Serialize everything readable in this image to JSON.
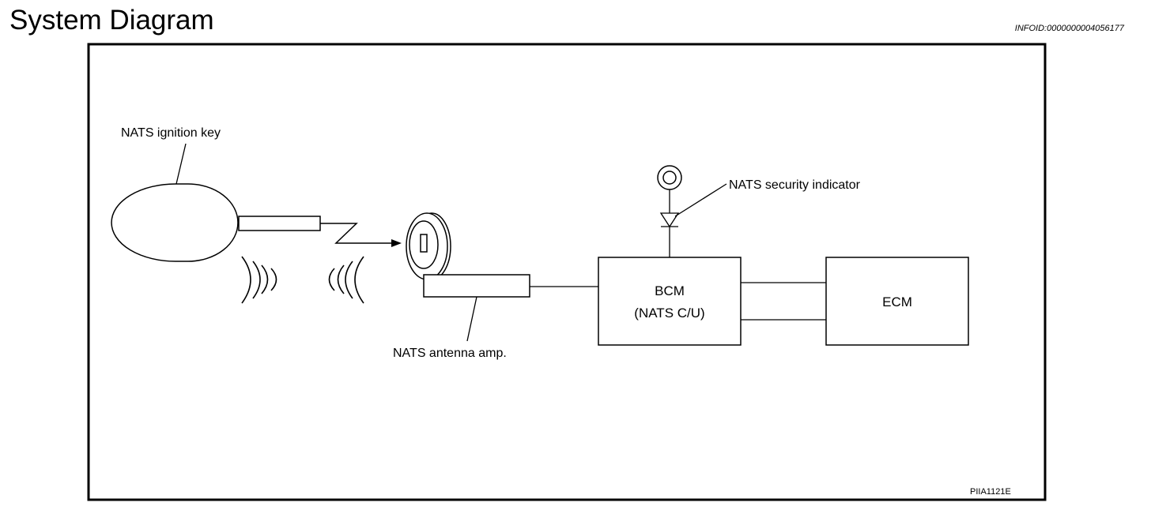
{
  "header": {
    "title": "System Diagram",
    "info_id": "INFOID:0000000004056177"
  },
  "diagram": {
    "labels": {
      "ignition_key": "NATS ignition key",
      "security_indicator": "NATS security indicator",
      "antenna_amp": "NATS antenna amp.",
      "bcm_line1": "BCM",
      "bcm_line2": "(NATS C/U)",
      "ecm": "ECM"
    },
    "figure_code": "PIIA1121E"
  }
}
